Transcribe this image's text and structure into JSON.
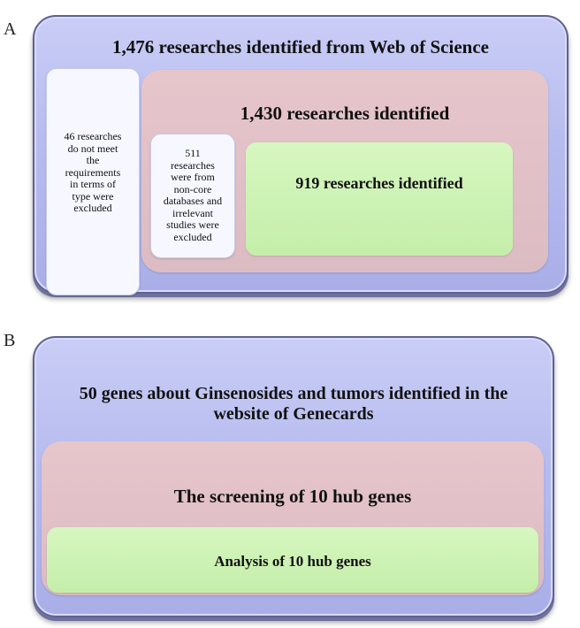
{
  "panel_a": {
    "letter": "A",
    "outer_title": "1,476 researches identified from Web of Science",
    "excluded_left": [
      "46 researches",
      "do not meet",
      "the",
      "requirements",
      "in terms of",
      "type were",
      "excluded"
    ],
    "middle_title": "1,430 researches identified",
    "excluded_middle": [
      "511",
      "researches",
      "were from",
      "non-core",
      "databases and",
      "irrelevant",
      "studies were",
      "excluded"
    ],
    "inner_title": "919 researches identified"
  },
  "panel_b": {
    "letter": "B",
    "outer_title_line1": "50 genes about Ginsenosides and tumors identified in the",
    "outer_title_line2": "website of Genecards",
    "middle_title": "The screening of 10 hub genes",
    "inner_title": "Analysis of 10 hub genes"
  }
}
